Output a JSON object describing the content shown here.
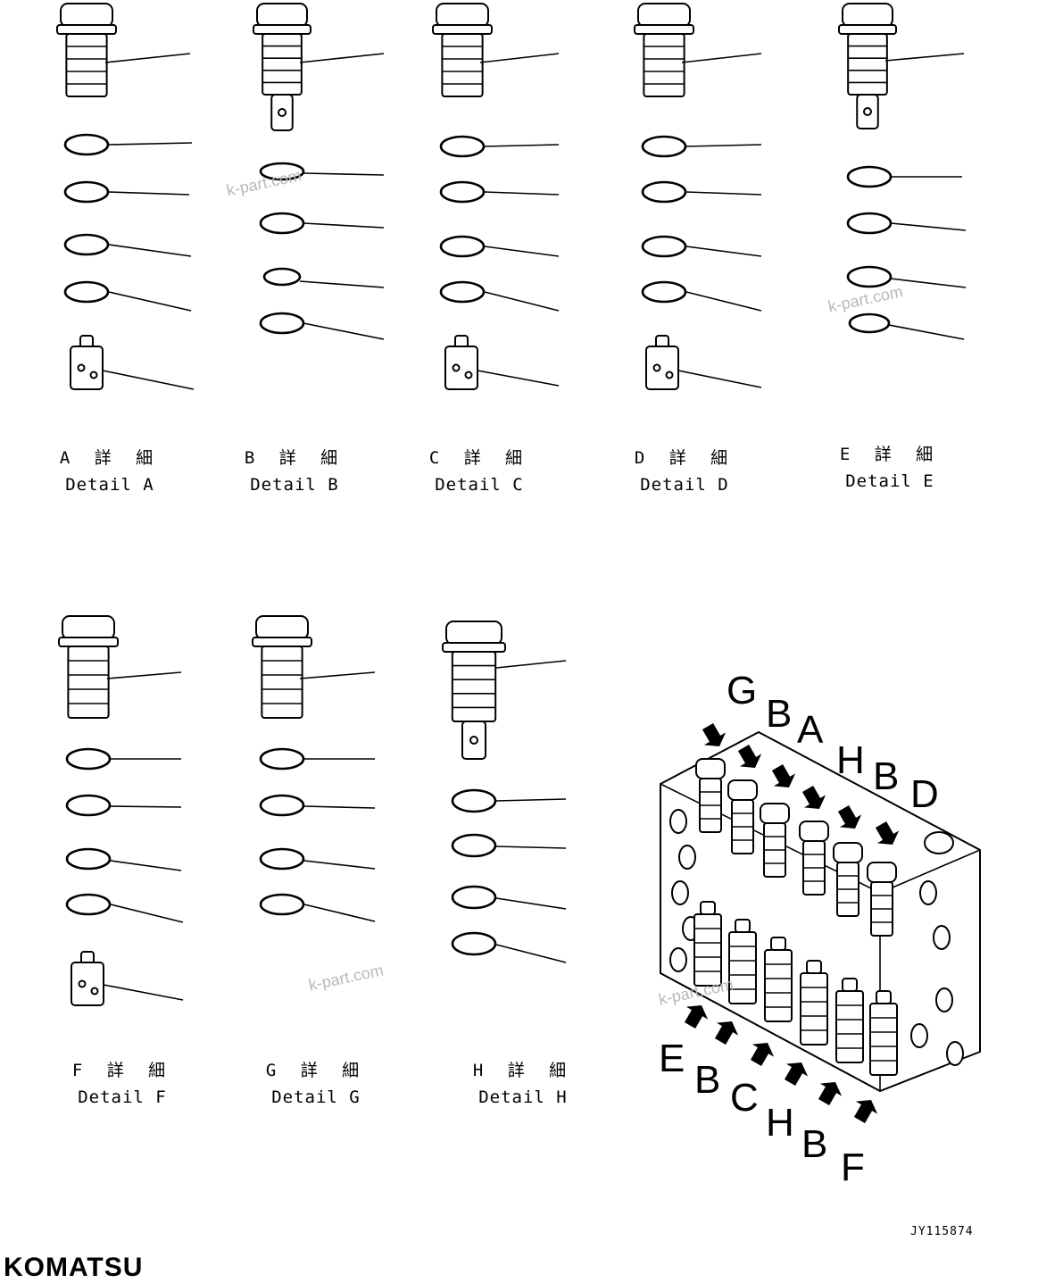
{
  "details": [
    {
      "id": "A",
      "jp": "A 詳 細",
      "en": "Detail A"
    },
    {
      "id": "B",
      "jp": "B 詳 細",
      "en": "Detail B"
    },
    {
      "id": "C",
      "jp": "C 詳 細",
      "en": "Detail C"
    },
    {
      "id": "D",
      "jp": "D 詳 細",
      "en": "Detail D"
    },
    {
      "id": "E",
      "jp": "E 詳 細",
      "en": "Detail E"
    },
    {
      "id": "F",
      "jp": "F 詳 細",
      "en": "Detail F"
    },
    {
      "id": "G",
      "jp": "G 詳 細",
      "en": "Detail G"
    },
    {
      "id": "H",
      "jp": "H 詳 細",
      "en": "Detail H"
    }
  ],
  "assembly_labels_top": [
    "G",
    "B",
    "A",
    "H",
    "B",
    "D"
  ],
  "assembly_labels_bottom": [
    "E",
    "B",
    "C",
    "H",
    "B",
    "F"
  ],
  "watermark": "k-part.com",
  "drawing_number": "JY115874",
  "brand": "KOMATSU"
}
